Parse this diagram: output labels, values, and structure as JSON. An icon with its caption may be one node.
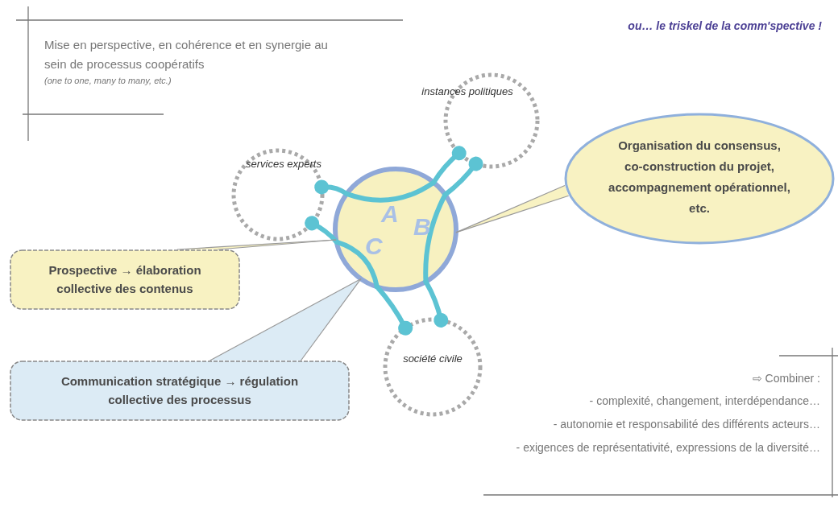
{
  "diagram": {
    "nodes": [
      {
        "text": [
          "A",
          "B",
          "C"
        ]
      },
      {
        "text": [
          "services experts"
        ]
      },
      {
        "text": [
          "instances politiques"
        ]
      },
      {
        "text": [
          "société civile"
        ]
      },
      {
        "text": [
          "Organisation du consensus, co-construction du projet, accompagnement opérationnel, etc."
        ]
      },
      {
        "text": [
          "Prospective → élaboration collective des contenus"
        ]
      },
      {
        "text": [
          "Communication stratégique → régulation collective des processus"
        ]
      }
    ],
    "edges": [
      {
        "from": 0,
        "to": 1,
        "arrow": "other"
      },
      {
        "from": 0,
        "to": 2,
        "arrow": "other"
      },
      {
        "from": 0,
        "to": 2,
        "arrow": "other"
      },
      {
        "from": 0,
        "to": 3,
        "arrow": "other"
      },
      {
        "from": 0,
        "to": 1,
        "arrow": "other"
      },
      {
        "from": 0,
        "to": 3,
        "arrow": "other"
      },
      {
        "from": 4,
        "to": 0,
        "arrow": "none",
        "color": "#999999"
      },
      {
        "from": 5,
        "to": 0,
        "arrow": "none",
        "color": "#999999"
      },
      {
        "from": 6,
        "to": 0,
        "arrow": "none",
        "color": "#999999"
      }
    ],
    "labels": [
      "ou… le triskel de la comm'spective !",
      "Mise en perspective, en cohérence et en synergie au sein de processus coopératifs",
      "(one to one, many to many, etc.)",
      "⇨ Combiner :",
      "- complexité, changement, interdépendance…",
      "- autonomie et responsabilité des différents acteurs…",
      "- exigences de représentativité, expressions de la diversité…"
    ]
  }
}
